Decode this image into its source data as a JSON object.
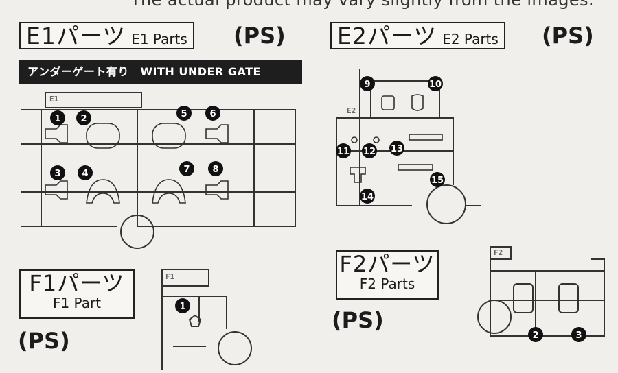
{
  "top_note": "The actual product may vary slightly from the images.",
  "e1": {
    "title_ja": "E1パーツ",
    "title_en": "E1 Parts",
    "material": "(PS)",
    "gate_note": "アンダーゲート有り　WITH UNDER GATE",
    "runner_tag": "E1"
  },
  "e2": {
    "title_ja": "E2パーツ",
    "title_en": "E2 Parts",
    "material": "(PS)",
    "runner_tag": "E2"
  },
  "f1": {
    "title_ja": "F1パーツ",
    "title_en": "F1 Part",
    "material": "(PS)",
    "runner_tag": "F1"
  },
  "f2": {
    "title_ja": "F2パーツ",
    "title_en": "F2 Parts",
    "material": "(PS)",
    "runner_tag": "F2"
  },
  "part_numbers": {
    "e1": [
      "1",
      "2",
      "3",
      "4",
      "5",
      "6",
      "7",
      "8"
    ],
    "e2": [
      "9",
      "10",
      "11",
      "12",
      "13",
      "14",
      "15"
    ],
    "f1": [
      "1"
    ],
    "f2": [
      "2",
      "3"
    ]
  }
}
